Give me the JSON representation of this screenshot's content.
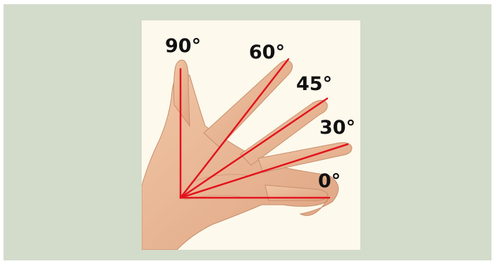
{
  "colors": {
    "outer_background": "#d3dbcb",
    "card_background": "#fdf9ec",
    "skin": "#eab795",
    "angle_line": "#e2141e",
    "label_text": "#111111"
  },
  "illustration": {
    "subject": "hand-with-spread-fingers",
    "angles": [
      {
        "degrees": 90,
        "label": "90°"
      },
      {
        "degrees": 60,
        "label": "60°"
      },
      {
        "degrees": 45,
        "label": "45°"
      },
      {
        "degrees": 30,
        "label": "30°"
      },
      {
        "degrees": 0,
        "label": "0°"
      }
    ]
  }
}
